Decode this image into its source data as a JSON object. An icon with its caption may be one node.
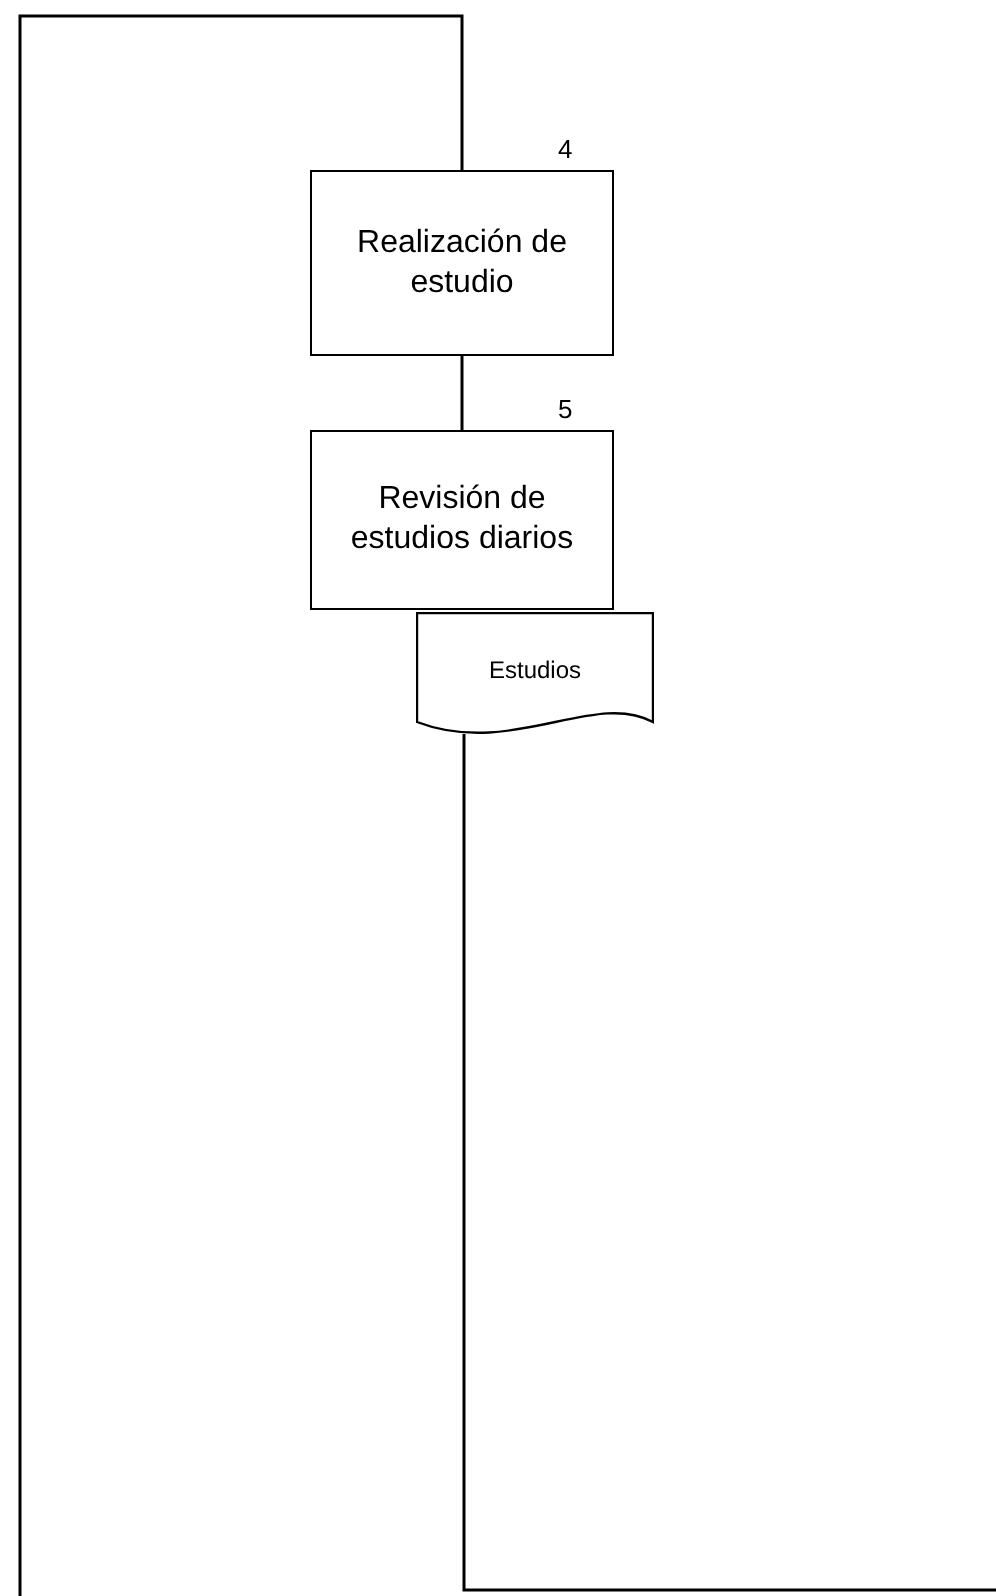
{
  "diagram": {
    "nodes": [
      {
        "text": [
          "Realización de estudio"
        ],
        "beside": [
          "4"
        ]
      },
      {
        "text": [
          "Revisión de estudios diarios"
        ],
        "beside": [
          "5"
        ]
      },
      {
        "text": [
          "Estudios"
        ]
      }
    ],
    "edges": [
      {
        "from": null,
        "to": 0,
        "arrow": "none"
      },
      {
        "from": 0,
        "to": 1,
        "arrow": "none"
      },
      {
        "from": 2,
        "to": null,
        "arrow": "none"
      }
    ]
  }
}
